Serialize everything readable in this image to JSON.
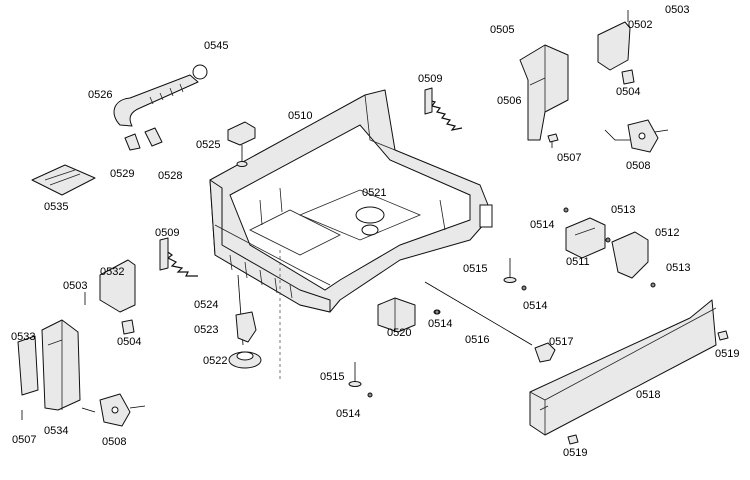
{
  "diagram": {
    "labels": [
      {
        "id": "0545",
        "text": "0545"
      },
      {
        "id": "0526",
        "text": "0526"
      },
      {
        "id": "0529",
        "text": "0529"
      },
      {
        "id": "0528",
        "text": "0528"
      },
      {
        "id": "0535",
        "text": "0535"
      },
      {
        "id": "0525",
        "text": "0525"
      },
      {
        "id": "0510",
        "text": "0510"
      },
      {
        "id": "0509a",
        "text": "0509"
      },
      {
        "id": "0505",
        "text": "0505"
      },
      {
        "id": "0503a",
        "text": "0503"
      },
      {
        "id": "0502",
        "text": "0502"
      },
      {
        "id": "0506",
        "text": "0506"
      },
      {
        "id": "0504a",
        "text": "0504"
      },
      {
        "id": "0507a",
        "text": "0507"
      },
      {
        "id": "0508a",
        "text": "0508"
      },
      {
        "id": "0521",
        "text": "0521"
      },
      {
        "id": "0509b",
        "text": "0509"
      },
      {
        "id": "0532",
        "text": "0532"
      },
      {
        "id": "0503b",
        "text": "0503"
      },
      {
        "id": "0504b",
        "text": "0504"
      },
      {
        "id": "0533",
        "text": "0533"
      },
      {
        "id": "0507b",
        "text": "0507"
      },
      {
        "id": "0534",
        "text": "0534"
      },
      {
        "id": "0508b",
        "text": "0508"
      },
      {
        "id": "0524",
        "text": "0524"
      },
      {
        "id": "0523",
        "text": "0523"
      },
      {
        "id": "0522",
        "text": "0522"
      },
      {
        "id": "0520",
        "text": "0520"
      },
      {
        "id": "0514a",
        "text": "0514"
      },
      {
        "id": "0516",
        "text": "0516"
      },
      {
        "id": "0515a",
        "text": "0515"
      },
      {
        "id": "0514b",
        "text": "0514"
      },
      {
        "id": "0514c",
        "text": "0514"
      },
      {
        "id": "0513a",
        "text": "0513"
      },
      {
        "id": "0511",
        "text": "0511"
      },
      {
        "id": "0512",
        "text": "0512"
      },
      {
        "id": "0513b",
        "text": "0513"
      },
      {
        "id": "0515b",
        "text": "0515"
      },
      {
        "id": "0514d",
        "text": "0514"
      },
      {
        "id": "0517",
        "text": "0517"
      },
      {
        "id": "0519a",
        "text": "0519"
      },
      {
        "id": "0518",
        "text": "0518"
      },
      {
        "id": "0519b",
        "text": "0519"
      }
    ]
  }
}
